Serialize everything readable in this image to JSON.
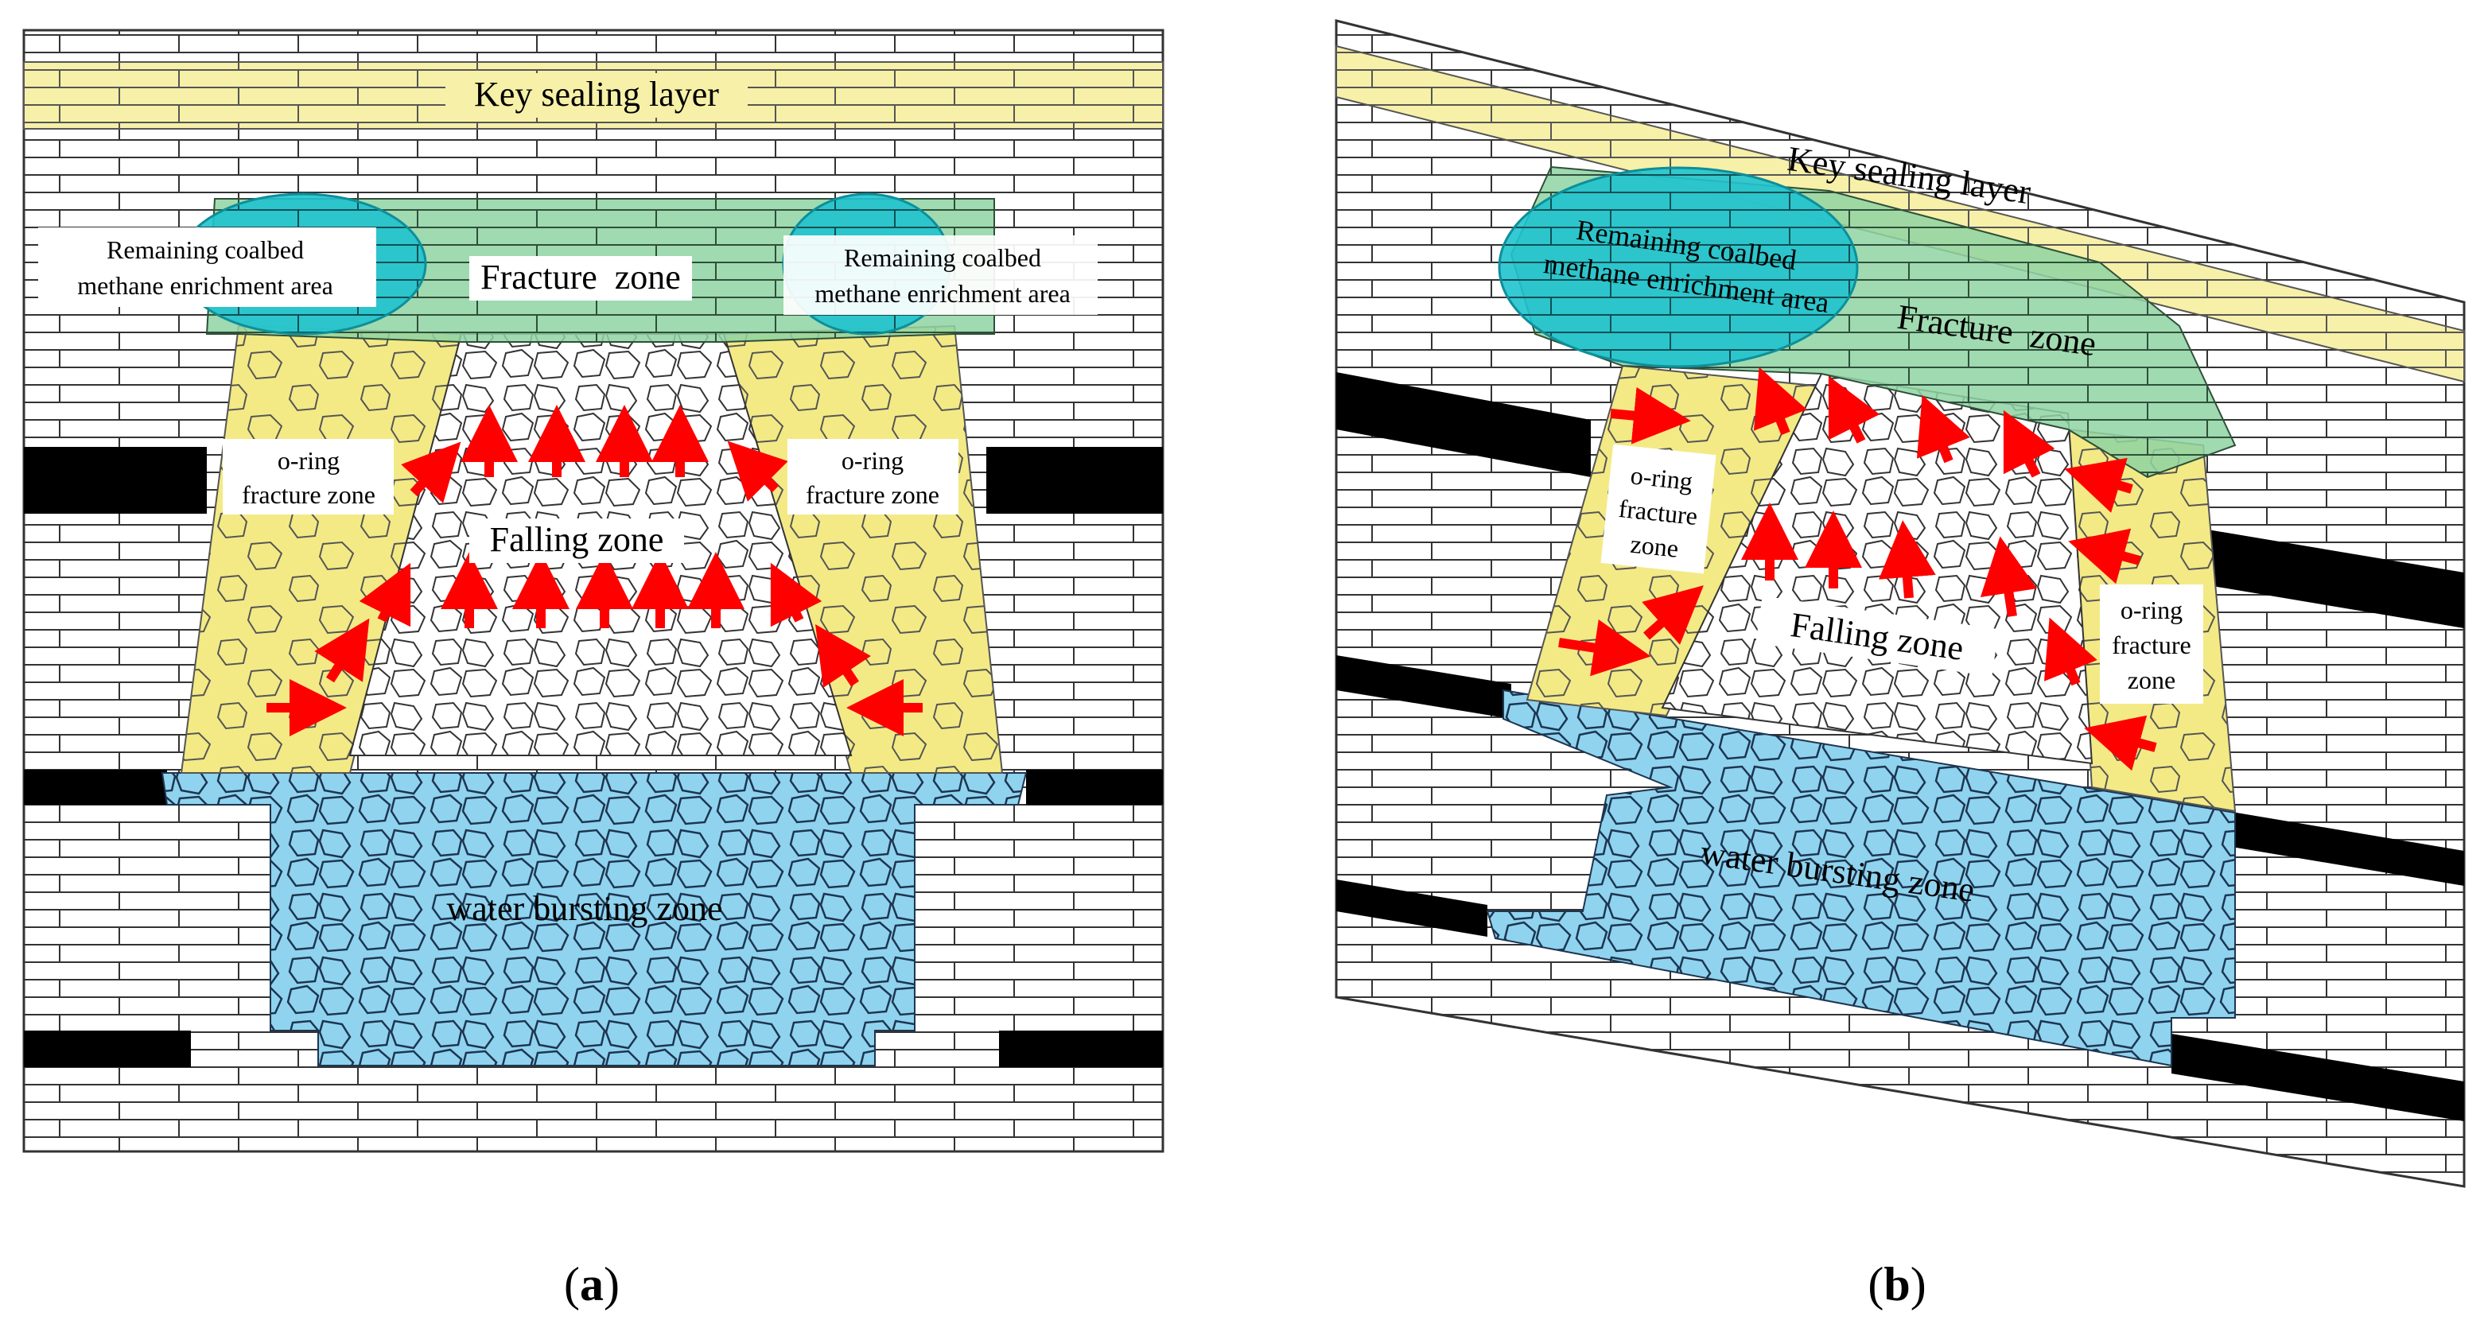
{
  "colors": {
    "yellow_layer": "#f7f0a8",
    "fracture_zone": "#8fd4a2",
    "methane_area": "#1fc3cf",
    "oring_zone": "#f3ea86",
    "falling_zone_fill": "#ffffff",
    "water_zone": "#8fd3ef",
    "coal_seam": "#000000",
    "arrow": "#ff0000",
    "brick_line": "#333333"
  },
  "panels": [
    {
      "caption_open": "(",
      "caption_letter": "a",
      "caption_close": ")",
      "labels": {
        "key_sealing_layer": "Key sealing layer",
        "fracture_zone": "Fracture  zone",
        "falling_zone": "Falling zone",
        "water_bursting_zone": "water bursting zone",
        "methane_left_line1": "Remaining coalbed",
        "methane_left_line2": "methane enrichment area",
        "methane_right_line1": "Remaining coalbed",
        "methane_right_line2": "methane enrichment area",
        "oring_left_line1": "o-ring",
        "oring_left_line2": "fracture zone",
        "oring_right_line1": "o-ring",
        "oring_right_line2": "fracture zone"
      }
    },
    {
      "caption_open": "(",
      "caption_letter": "b",
      "caption_close": ")",
      "labels": {
        "key_sealing_layer": "Key sealing layer",
        "fracture_zone": "Fracture  zone",
        "falling_zone": "Falling zone",
        "water_bursting_zone": "water bursting zone",
        "methane_line1": "Remaining coalbed",
        "methane_line2": "methane enrichment area",
        "oring_left_line1": "o-ring",
        "oring_left_line2": "fracture",
        "oring_left_line3": "zone",
        "oring_right_line1": "o-ring",
        "oring_right_line2": "fracture",
        "oring_right_line3": "zone"
      }
    }
  ]
}
